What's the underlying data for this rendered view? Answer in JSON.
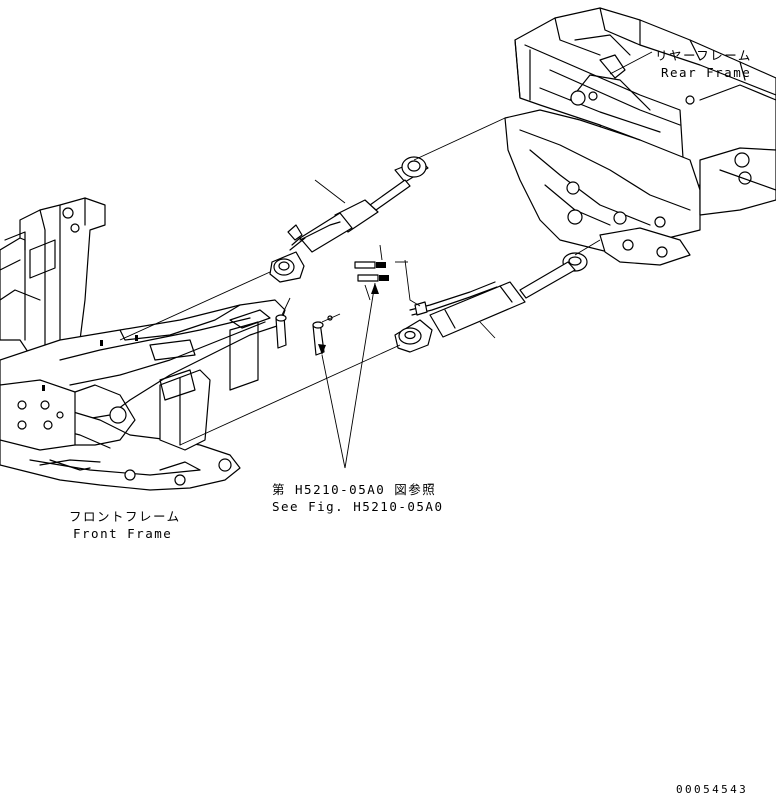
{
  "labels": {
    "rear_frame_jp": "リヤーフレーム",
    "rear_frame_en": "Rear Frame",
    "front_frame_jp": "フロントフレーム",
    "front_frame_en": "Front Frame",
    "see_fig_jp": "第 H5210-05A0 図参照",
    "see_fig_en": "See Fig. H5210-05A0",
    "drawing_number": "00054543"
  }
}
